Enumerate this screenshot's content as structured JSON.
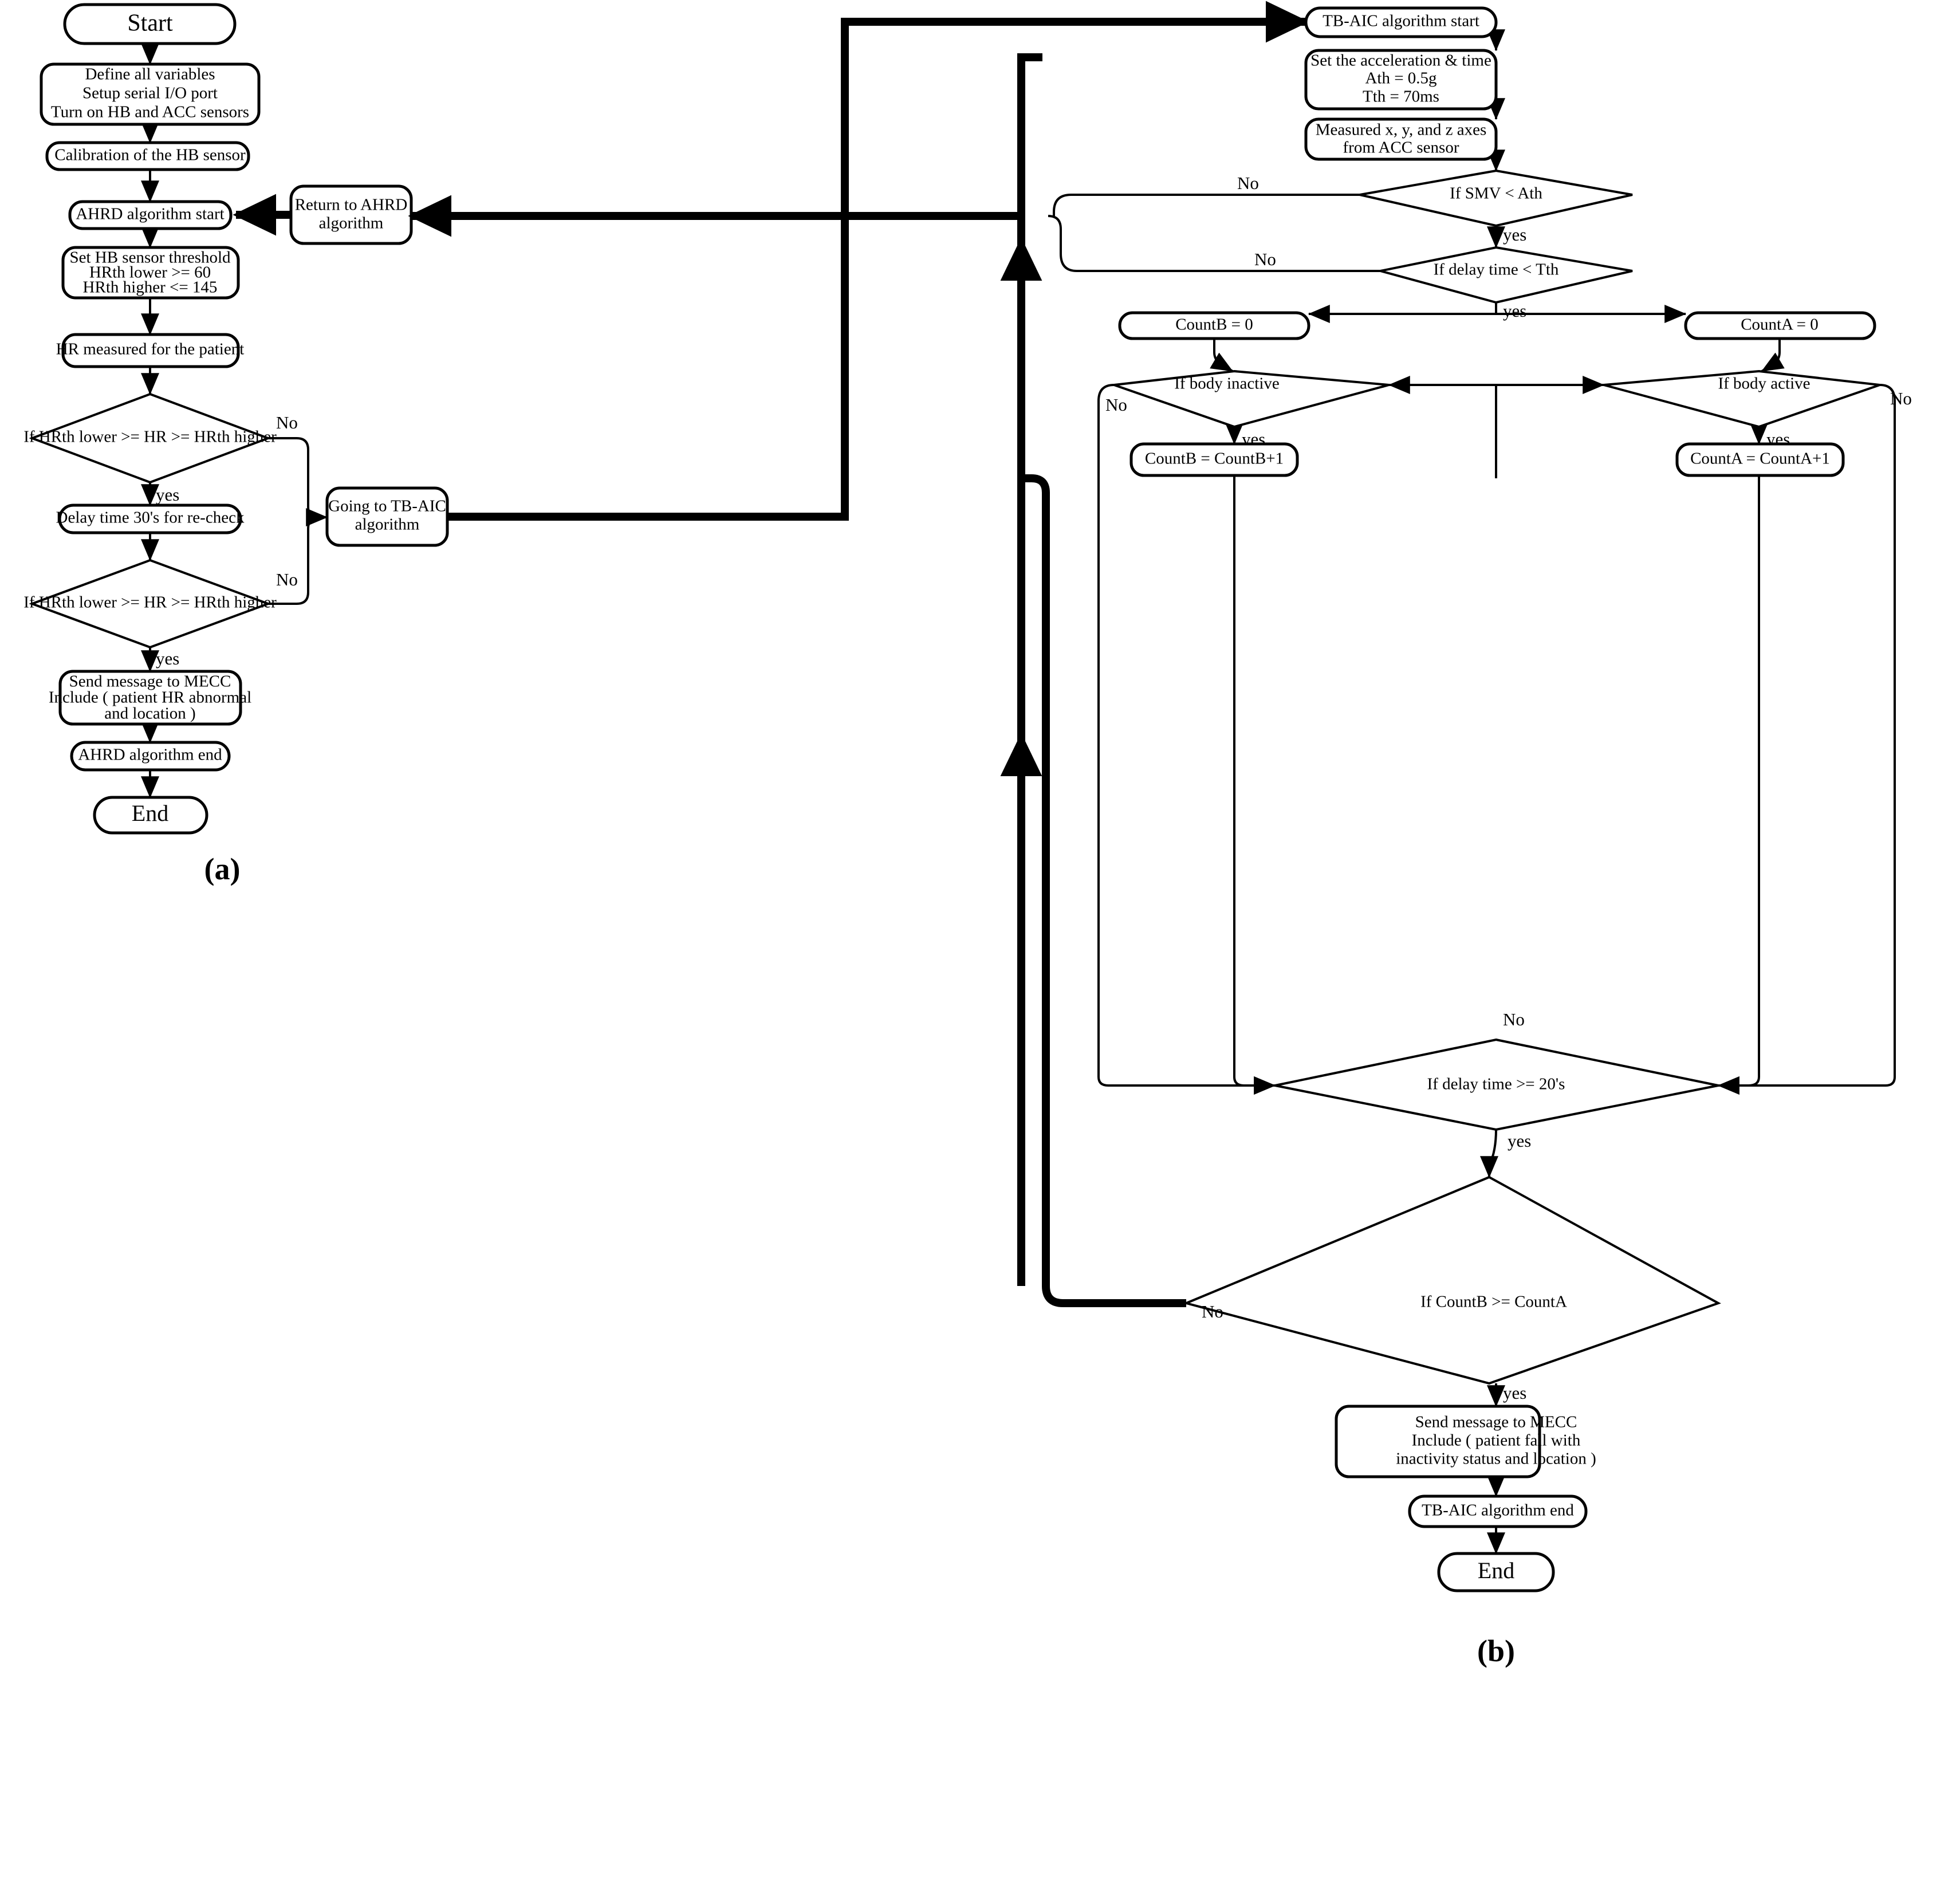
{
  "figure": {
    "panel_a_label": "(a)",
    "panel_b_label": "(b)",
    "colors": {
      "stroke": "#000000",
      "fill": "#ffffff",
      "text": "#000000"
    }
  },
  "panel_a": {
    "title": "AHRD algorithm flowchart",
    "nodes": [
      {
        "id": "a_start",
        "type": "terminator",
        "text": "Start"
      },
      {
        "id": "a_define",
        "type": "process",
        "text": "Define all variables\nSetup serial I/O port\nTurn on HB and ACC sensors"
      },
      {
        "id": "a_calib",
        "type": "process",
        "text": "Calibration of the HB sensor"
      },
      {
        "id": "a_ahrdstart",
        "type": "process",
        "text": "AHRD algorithm start"
      },
      {
        "id": "a_setth",
        "type": "process",
        "text": "Set HB sensor threshold\nHRth lower >= 60\nHRth higher <= 145"
      },
      {
        "id": "a_measure",
        "type": "process",
        "text": "HR measured for the patient"
      },
      {
        "id": "a_dec1",
        "type": "decision",
        "text": "If  HRth lower >= HR >= HRth higher"
      },
      {
        "id": "a_delay",
        "type": "process",
        "text": "Delay time 30's for re-check"
      },
      {
        "id": "a_dec2",
        "type": "decision",
        "text": "If  HRth lower >= HR >= HRth higher"
      },
      {
        "id": "a_send",
        "type": "process",
        "text": "Send message to MECC\nInclude ( patient HR abnormal\nand location )"
      },
      {
        "id": "a_ahrdend",
        "type": "process",
        "text": "AHRD algorithm end"
      },
      {
        "id": "a_end",
        "type": "terminator",
        "text": "End"
      },
      {
        "id": "a_return",
        "type": "process",
        "text": "Return to AHRD\nalgorithm"
      },
      {
        "id": "a_goto",
        "type": "process",
        "text": "Going to TB-AIC\nalgorithm"
      }
    ],
    "edge_labels": [
      {
        "id": "a_dec1_no",
        "text": "No"
      },
      {
        "id": "a_dec1_yes",
        "text": "yes"
      },
      {
        "id": "a_dec2_no",
        "text": "No"
      },
      {
        "id": "a_dec2_yes",
        "text": "yes"
      }
    ]
  },
  "panel_b": {
    "title": "TB-AIC algorithm flowchart",
    "nodes": [
      {
        "id": "b_start",
        "type": "process",
        "text": "TB-AIC algorithm start"
      },
      {
        "id": "b_setacc",
        "type": "process",
        "text": "Set the acceleration & time\nAth = 0.5g\nTth = 70ms"
      },
      {
        "id": "b_measure",
        "type": "process",
        "text": "Measured x, y, and z axes\nfrom ACC sensor"
      },
      {
        "id": "b_dec_smv",
        "type": "decision",
        "text": "If SMV < Ath"
      },
      {
        "id": "b_dec_tth",
        "type": "decision",
        "text": "If delay time < Tth"
      },
      {
        "id": "b_countb0",
        "type": "process",
        "text": "CountB = 0"
      },
      {
        "id": "b_counta0",
        "type": "process",
        "text": "CountA = 0"
      },
      {
        "id": "b_dec_inact",
        "type": "decision",
        "text": "If body inactive"
      },
      {
        "id": "b_dec_act",
        "type": "decision",
        "text": "If body active"
      },
      {
        "id": "b_cbinc",
        "type": "process",
        "text": "CountB = CountB+1"
      },
      {
        "id": "b_cainc",
        "type": "process",
        "text": "CountA = CountA+1"
      },
      {
        "id": "b_dec_20",
        "type": "decision",
        "text": "If delay time >= 20's"
      },
      {
        "id": "b_dec_cmp",
        "type": "decision",
        "text": "If CountB >= CountA"
      },
      {
        "id": "b_send",
        "type": "process",
        "text": "Send message to MECC\nInclude ( patient fall with\ninactivity status and location )"
      },
      {
        "id": "b_end_alg",
        "type": "process",
        "text": "TB-AIC algorithm end"
      },
      {
        "id": "b_end",
        "type": "terminator",
        "text": "End"
      }
    ],
    "edge_labels": [
      {
        "id": "b_smv_no",
        "text": "No"
      },
      {
        "id": "b_smv_yes",
        "text": "yes"
      },
      {
        "id": "b_tth_no",
        "text": "No"
      },
      {
        "id": "b_tth_yes",
        "text": "yes"
      },
      {
        "id": "b_inact_no",
        "text": "No"
      },
      {
        "id": "b_inact_yes",
        "text": "yes"
      },
      {
        "id": "b_act_no",
        "text": "No"
      },
      {
        "id": "b_act_yes",
        "text": "yes"
      },
      {
        "id": "b_d20_no",
        "text": "No"
      },
      {
        "id": "b_d20_yes",
        "text": "yes"
      },
      {
        "id": "b_cmp_no",
        "text": "No"
      },
      {
        "id": "b_cmp_yes",
        "text": "yes"
      }
    ]
  }
}
